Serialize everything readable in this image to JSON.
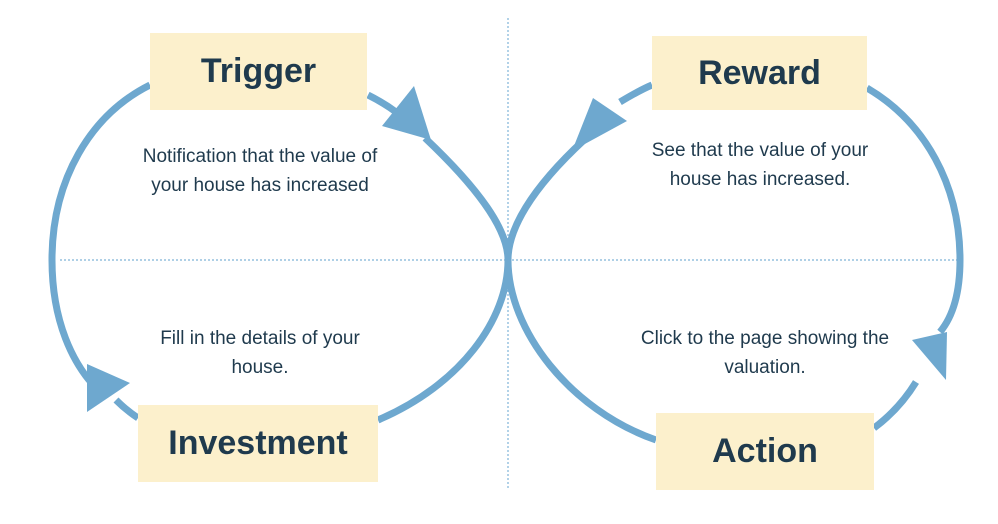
{
  "colors": {
    "loop_stroke": "#6ea8cf",
    "box_fill": "#fcf0cc",
    "text": "#1f3a4d",
    "guide_line": "#7fb3d8"
  },
  "stages": {
    "trigger": {
      "label": "Trigger",
      "description": [
        "Notification that the value of",
        "your house has increased"
      ]
    },
    "reward": {
      "label": "Reward",
      "description": [
        "See that the value of your",
        "house has increased."
      ]
    },
    "investment": {
      "label": "Investment",
      "description": [
        "Fill in the details of your",
        "house."
      ]
    },
    "action": {
      "label": "Action",
      "description": [
        "Click to the page showing the",
        "valuation."
      ]
    }
  }
}
